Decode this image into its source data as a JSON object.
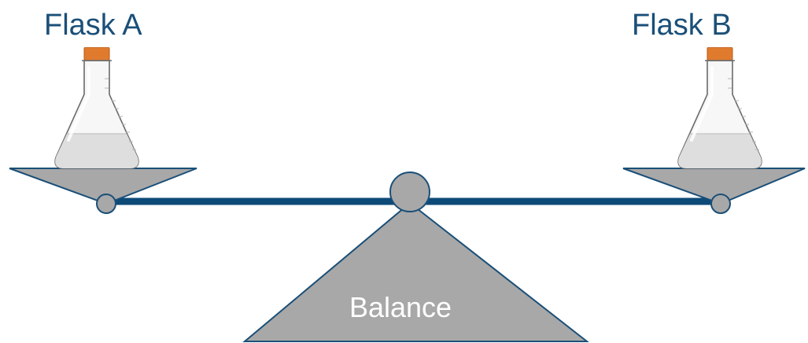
{
  "labels": {
    "flask_a": "Flask A",
    "flask_b": "Flask B",
    "balance": "Balance"
  },
  "colors": {
    "label_text": "#1a4f78",
    "beam": "#0d4a78",
    "metal_fill": "#a8a8a8",
    "outline": "#1a4f78",
    "balance_text": "#ffffff",
    "stopper": "#e07b2e",
    "glass": "#f7f7f7",
    "liquid": "#dedede",
    "glass_edge": "#6b6b6b"
  },
  "icons": {
    "flask_a": "erlenmeyer-flask-icon",
    "flask_b": "erlenmeyer-flask-icon"
  }
}
